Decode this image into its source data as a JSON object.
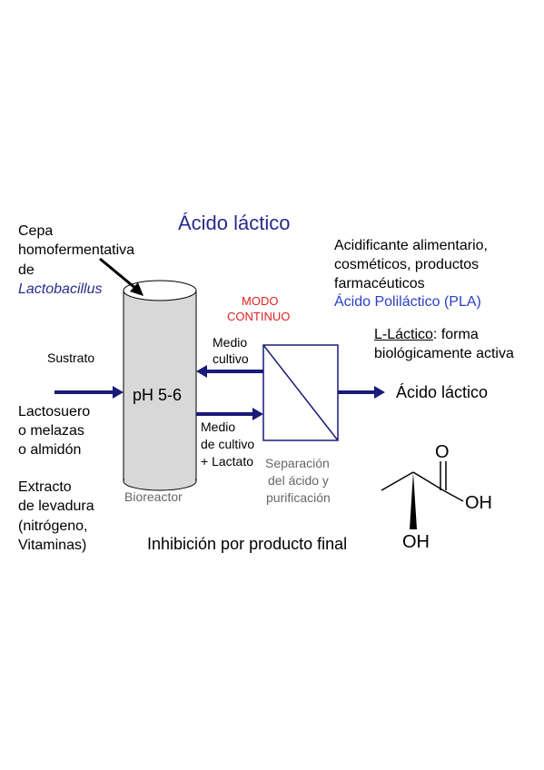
{
  "title": "Ácido láctico",
  "strain": {
    "line1": "Cepa",
    "line2": "homofermentativa",
    "line3": "de",
    "genus": "Lactobacillus"
  },
  "uses": {
    "line1": "Acidificante alimentario,",
    "line2": "cosméticos, productos",
    "line3": "farmacéuticos",
    "pla": "Ácido Poliláctico (PLA)"
  },
  "mode": {
    "line1": "MODO",
    "line2": "CONTINUO"
  },
  "isomer": {
    "name": "L-Láctico",
    "rest": ": forma",
    "line2": "biológicamente activa"
  },
  "substrate_label": "Sustrato",
  "bioreactor": {
    "ph": "pH 5-6",
    "label": "Bioreactor"
  },
  "return_flow": {
    "line1": "Medio",
    "line2": "cultivo"
  },
  "forward_flow": {
    "line1": "Medio",
    "line2": "de cultivo",
    "line3": "+ Lactato"
  },
  "separation": {
    "line1": "Separación",
    "line2": "del ácido y",
    "line3": "purificación"
  },
  "product": "Ácido láctico",
  "feedstock": {
    "line1": "Lactosuero",
    "line2": "o melazas",
    "line3": "o almidón"
  },
  "nitrogen": {
    "line1": "Extracto",
    "line2": "de levadura",
    "line3": "(nitrógeno,",
    "line4": "Vitaminas)"
  },
  "inhibition": "Inhibición por producto final",
  "molecule": {
    "carbonyl_o": "O",
    "hydroxyl": "OH",
    "alpha_oh": "OH"
  },
  "colors": {
    "title": "#2a2a8a",
    "arrow": "#1a1a7a",
    "pla": "#2b3fc4",
    "mode": "#e02020",
    "reactor_fill": "#d8d8d8",
    "separator": "#1a1a7a",
    "gray_label": "#666666"
  }
}
